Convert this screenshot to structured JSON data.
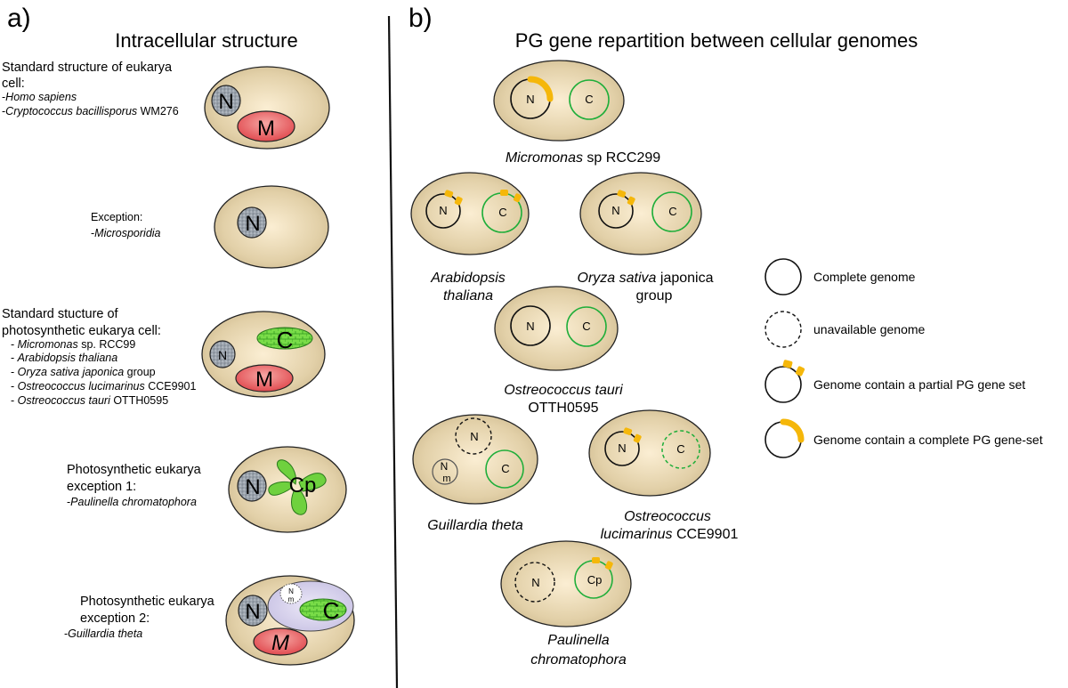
{
  "panel_a": {
    "letter": "a)",
    "title": "Intracellular structure",
    "blocks": [
      {
        "heading_lines": [
          "Standard structure of eukarya",
          "cell:"
        ],
        "items": [
          {
            "italic": "Homo sapiens",
            "plain": ""
          },
          {
            "italic": "Cryptococcus bacillisporus",
            "plain": " WM276"
          }
        ]
      },
      {
        "heading_lines": [
          "Exception:"
        ],
        "items": [
          {
            "italic": "Microsporidia",
            "plain": ""
          }
        ]
      },
      {
        "heading_lines": [
          "Standard stucture of",
          "photosynthetic eukarya cell:"
        ],
        "items": [
          {
            "italic": "Micromonas",
            "plain": " sp. RCC99"
          },
          {
            "italic": "Arabidopsis thaliana",
            "plain": ""
          },
          {
            "italic": "Oryza sativa japonica",
            "plain": " group"
          },
          {
            "italic": "Ostreococcus lucimarinus",
            "plain": " CCE9901"
          },
          {
            "italic": "Ostreococcus tauri",
            "plain": " OTTH0595"
          }
        ]
      },
      {
        "heading_lines": [
          "Photosynthetic eukarya",
          "exception 1:"
        ],
        "items": [
          {
            "italic": "Paulinella chromatophora",
            "plain": ""
          }
        ]
      },
      {
        "heading_lines": [
          "Photosynthetic eukarya",
          "exception 2:"
        ],
        "items": [
          {
            "italic": "Guillardia theta",
            "plain": ""
          }
        ]
      }
    ],
    "organelle_labels": {
      "nucleus": "N",
      "mitochondrion": "M",
      "chloroplast": "C",
      "chromatophore": "Cp",
      "nucleomorph_n": "N",
      "nucleomorph_m": "m"
    }
  },
  "panel_b": {
    "letter": "b)",
    "title": "PG gene repartition between cellular genomes",
    "cells": [
      {
        "caption_italic": "Micromonas",
        "caption_plain": " sp RCC299"
      },
      {
        "caption_italic": "Arabidopsis",
        "caption_line2_italic": "thaliana"
      },
      {
        "caption_italic": "Oryza sativa",
        "caption_plain": " japonica",
        "caption_line2_plain": "group"
      },
      {
        "caption_italic": "Ostreococcus tauri",
        "caption_line2_plain": "OTTH0595"
      },
      {
        "caption_italic": "Guillardia theta"
      },
      {
        "caption_italic": "Ostreococcus",
        "caption_line2_italic": "lucimarinus",
        "caption_line2_plain": " CCE9901"
      },
      {
        "caption_italic": "Paulinella",
        "caption_line2_italic": "chromatophora"
      }
    ],
    "genome_labels": {
      "N": "N",
      "C": "C",
      "Cp": "Cp",
      "m": "m"
    },
    "legend": [
      {
        "type": "complete",
        "label": "Complete genome"
      },
      {
        "type": "unavailable",
        "label": "unavailable genome"
      },
      {
        "type": "partial",
        "label": "Genome contain a partial PG gene set"
      },
      {
        "type": "full",
        "label": "Genome contain a complete PG gene-set"
      }
    ]
  },
  "colors": {
    "cell_fill": "#dcc9a0",
    "nucleus_fill": "#9aa3ad",
    "mito_fill": "#e8555a",
    "chloro_fill": "#6fd13e",
    "pg_marker": "#f5b70a",
    "chloro_genome_stroke": "#1fae3a"
  }
}
